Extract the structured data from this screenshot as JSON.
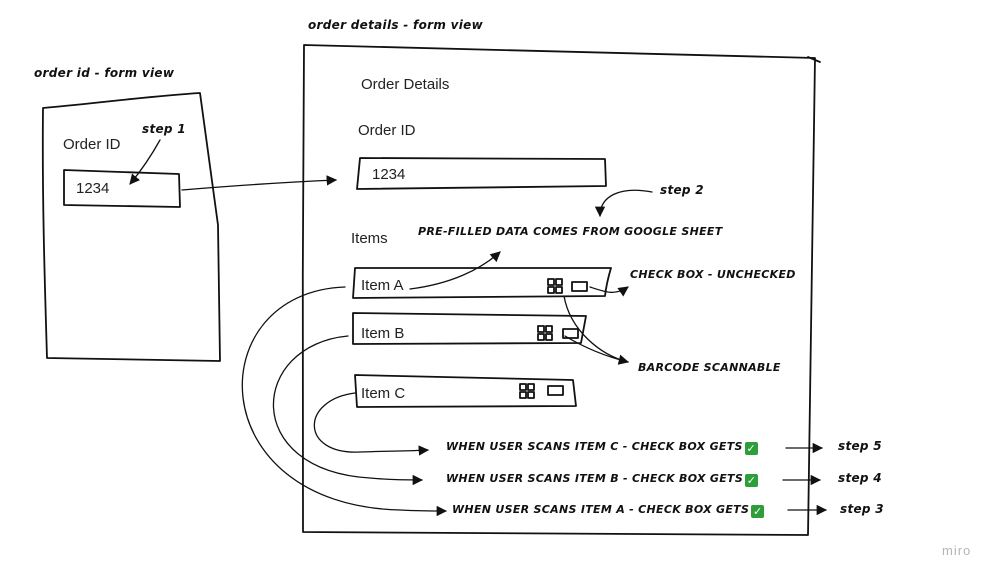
{
  "frames": {
    "order_id_title": "order Id - form view",
    "order_details_title": "order details - form view"
  },
  "order_id_form": {
    "field_label": "Order ID",
    "field_value": "1234"
  },
  "order_details_form": {
    "heading": "Order Details",
    "field_label": "Order ID",
    "field_value": "1234",
    "items_label": "Items",
    "items": [
      {
        "label": "Item A"
      },
      {
        "label": "Item B"
      },
      {
        "label": "Item C"
      }
    ]
  },
  "annotations": {
    "step1": "step 1",
    "step2": "step 2",
    "prefilled": "Pre-filled data comes from google sheet",
    "checkbox_unchecked": "check box - unchecked",
    "barcode": "Barcode scannable",
    "scan_c": "when user scans item c - check box gets",
    "scan_b": "when user scans item b - check box gets",
    "scan_a": "when user scans item a - check box gets",
    "step5": "step 5",
    "step4": "step 4",
    "step3": "step 3",
    "check_glyph": "✓"
  },
  "watermark": "miro"
}
